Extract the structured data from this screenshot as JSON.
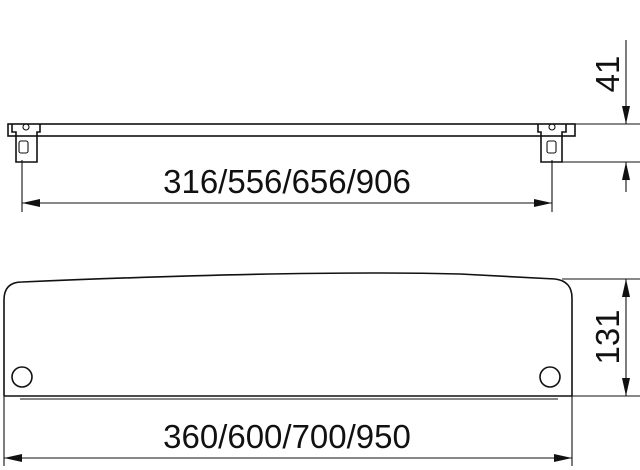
{
  "top_view": {
    "span_dimension": "316/556/656/906",
    "height_dimension": "41"
  },
  "front_view": {
    "length_dimension": "360/600/700/950",
    "height_dimension": "131"
  }
}
